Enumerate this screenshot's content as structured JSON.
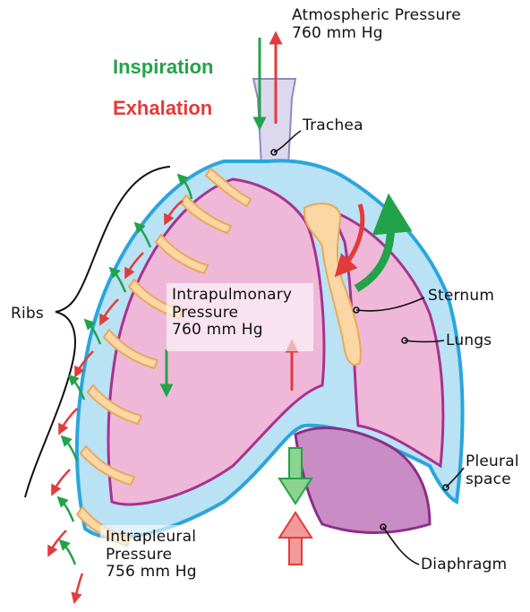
{
  "labels": {
    "atmospheric_line1": "Atmospheric Pressure",
    "atmospheric_line2": "760 mm Hg",
    "inspiration": "Inspiration",
    "exhalation": "Exhalation",
    "trachea": "Trachea",
    "ribs": "Ribs",
    "sternum": "Sternum",
    "lungs": "Lungs",
    "intrapulmonary_line1": "Intrapulmonary",
    "intrapulmonary_line2": "Pressure",
    "intrapulmonary_line3": "760 mm Hg",
    "pleural_line1": "Pleural",
    "pleural_line2": "space",
    "intrapleural_line1": "Intrapleural",
    "intrapleural_line2": "Pressure",
    "intrapleural_line3": "756 mm Hg",
    "diaphragm": "Diaphragm"
  },
  "colors": {
    "inspiration": "#22a34a",
    "exhalation": "#e23b3b",
    "lung_fill": "#efb8d9",
    "lung_outline": "#a8328f",
    "pleura_fill": "#b9e2f5",
    "pleura_outline": "#2aa6dc",
    "rib_fill": "#fbd7a6",
    "rib_outline": "#e9a955",
    "diaphragm_fill": "#c98cc4",
    "trachea_fill": "#dcd9ef"
  }
}
